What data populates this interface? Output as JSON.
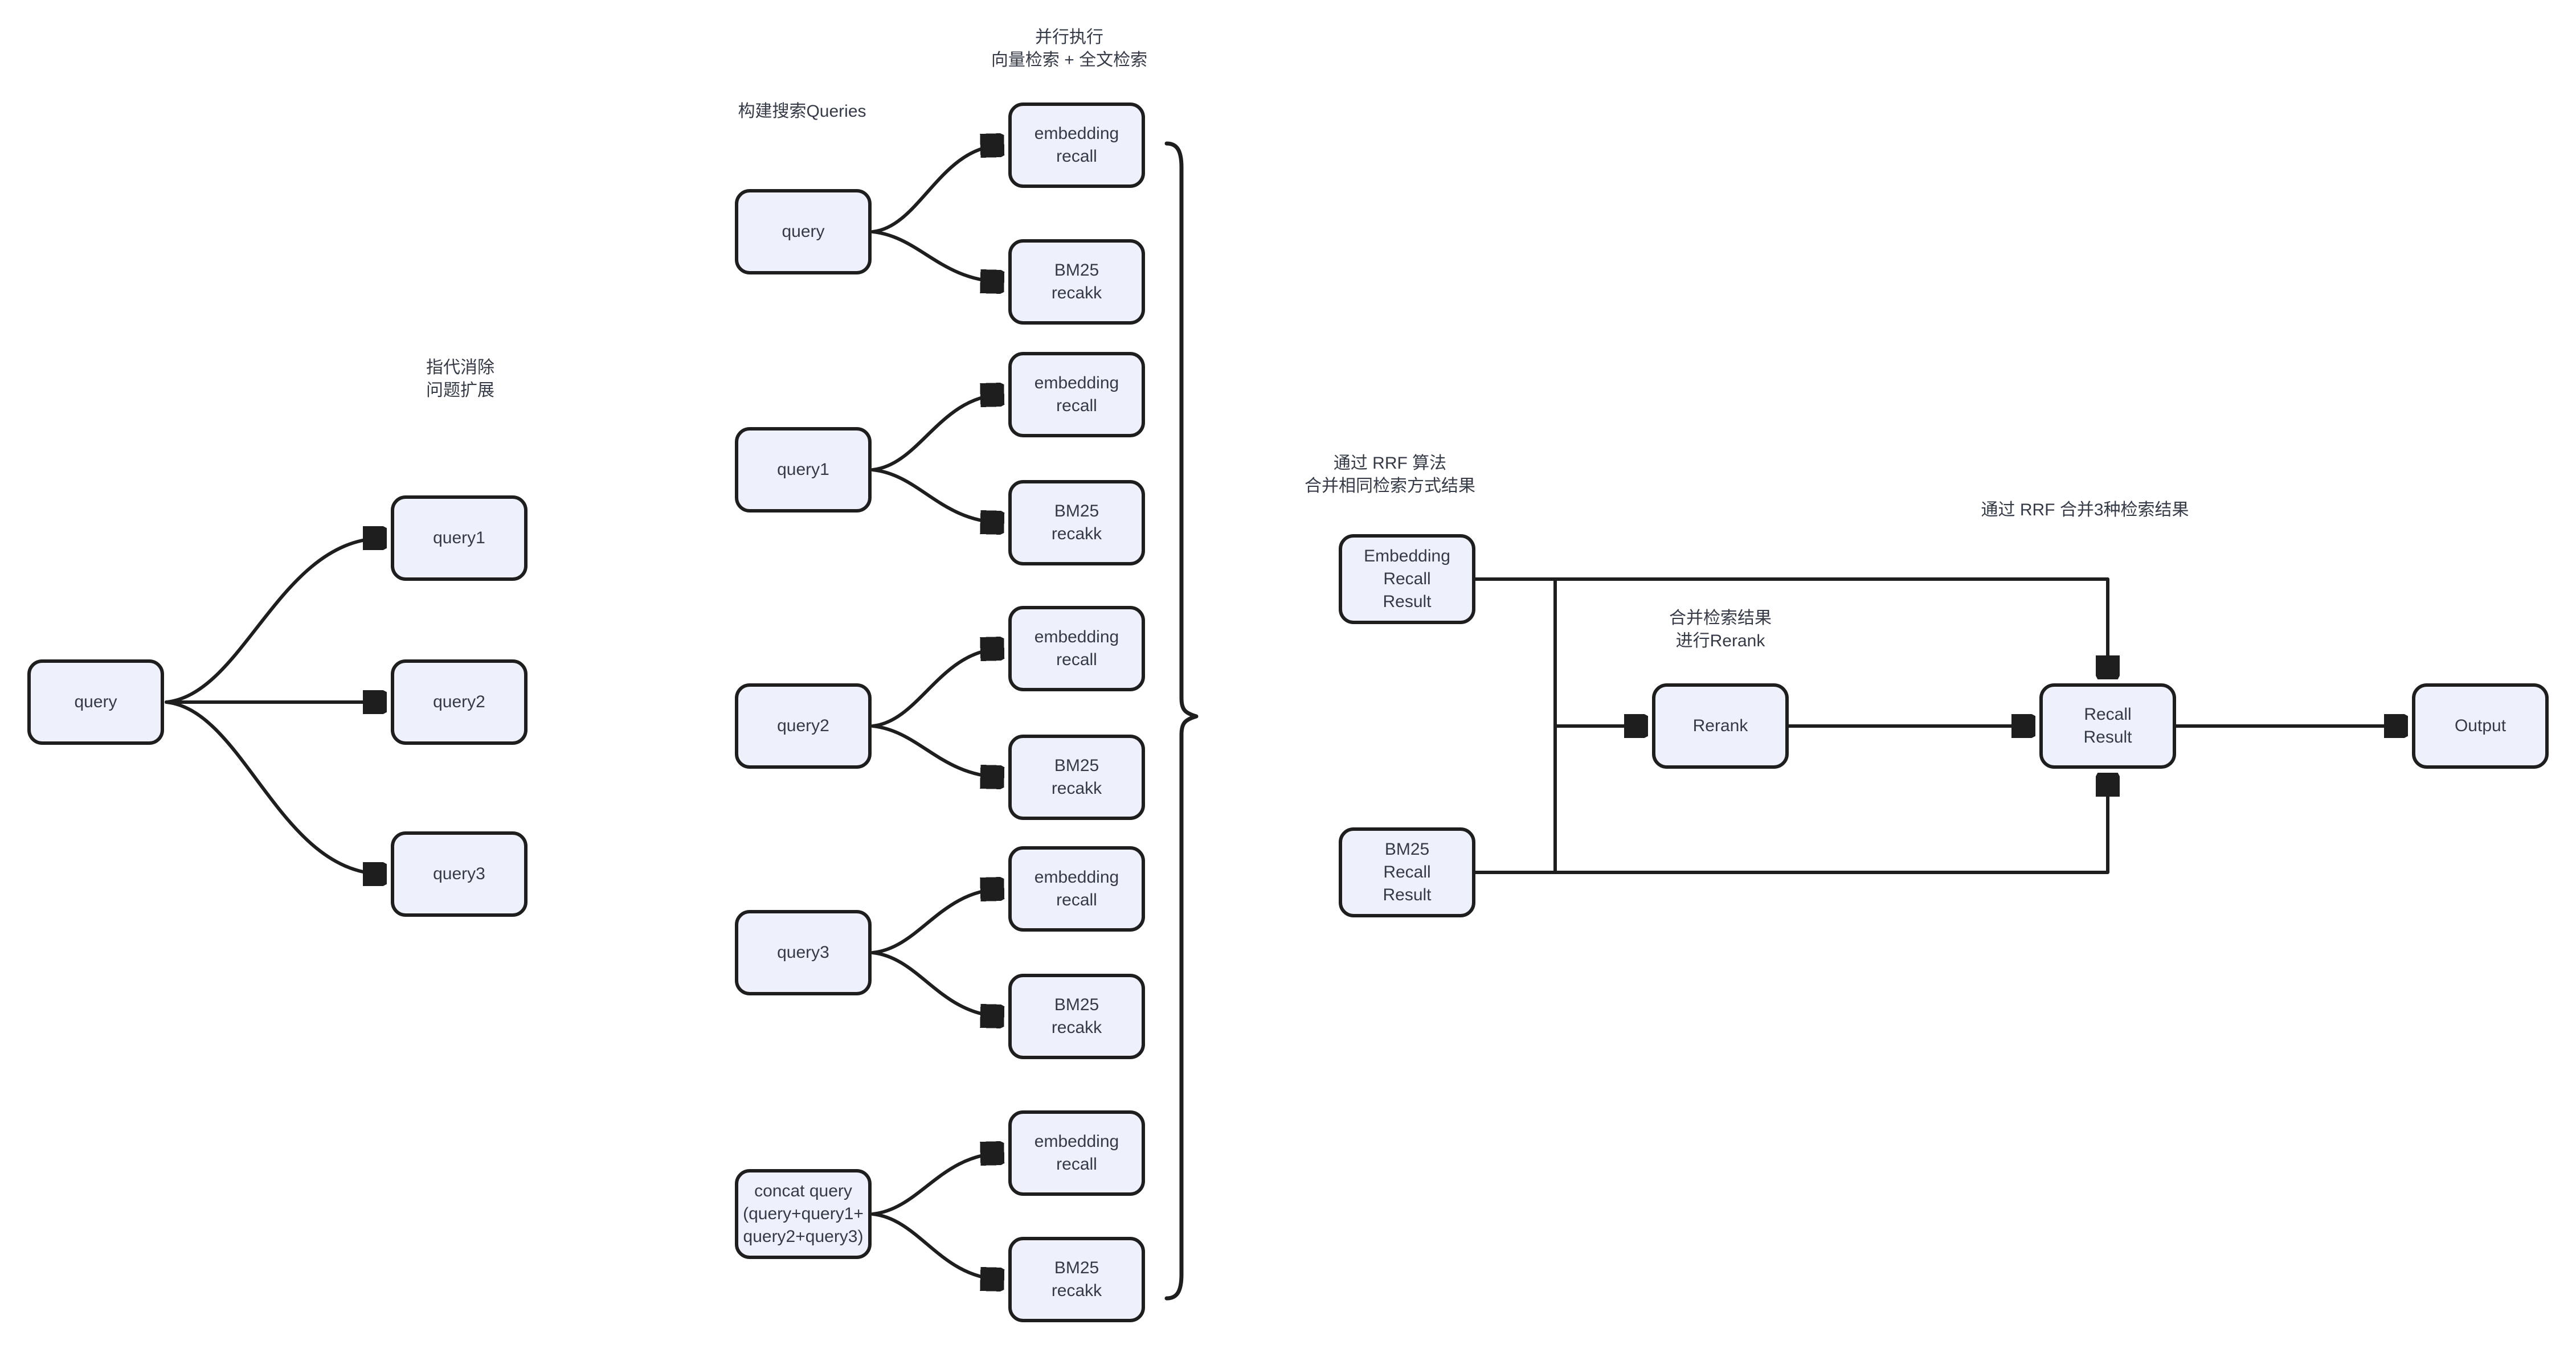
{
  "diagram": {
    "background_color": "#ffffff",
    "stroke_color": "#1e1e1e",
    "node_fill_color": "#eef1fb",
    "text_color": "#343a46"
  },
  "annotations": {
    "parallel_exec": {
      "line1": "并行执行",
      "line2": "向量检索 + 全文检索"
    },
    "build_queries": {
      "text": "构建搜索Queries"
    },
    "coref_expand": {
      "line1": "指代消除",
      "line2": "问题扩展"
    },
    "rrf_merge_same": {
      "line1": "通过 RRF 算法",
      "line2": "合并相同检索方式结果"
    },
    "rerank_note": {
      "line1": "合并检索结果",
      "line2": "进行Rerank"
    },
    "rrf_merge_three": {
      "text": "通过 RRF 合并3种检索结果"
    }
  },
  "nodes": {
    "left_query": {
      "label": "query"
    },
    "left_query1": {
      "label": "query1"
    },
    "left_query2": {
      "label": "query2"
    },
    "left_query3": {
      "label": "query3"
    },
    "mid_query": {
      "label": "query"
    },
    "mid_query1": {
      "label": "query1"
    },
    "mid_query2": {
      "label": "query2"
    },
    "mid_query3": {
      "label": "query3"
    },
    "concat_query": {
      "line1": "concat query",
      "line2": "(query+query1+",
      "line3": "query2+query3)"
    },
    "embedding_recall": {
      "line1": "embedding",
      "line2": "recall"
    },
    "bm25_recall": {
      "line1": "BM25",
      "line2": "recakk"
    },
    "embedding_recall_result": {
      "line1": "Embedding",
      "line2": "Recall",
      "line3": "Result"
    },
    "bm25_recall_result": {
      "line1": "BM25",
      "line2": "Recall",
      "line3": "Result"
    },
    "rerank": {
      "label": "Rerank"
    },
    "recall_result": {
      "line1": "Recall",
      "line2": "Result"
    },
    "output": {
      "label": "Output"
    }
  }
}
